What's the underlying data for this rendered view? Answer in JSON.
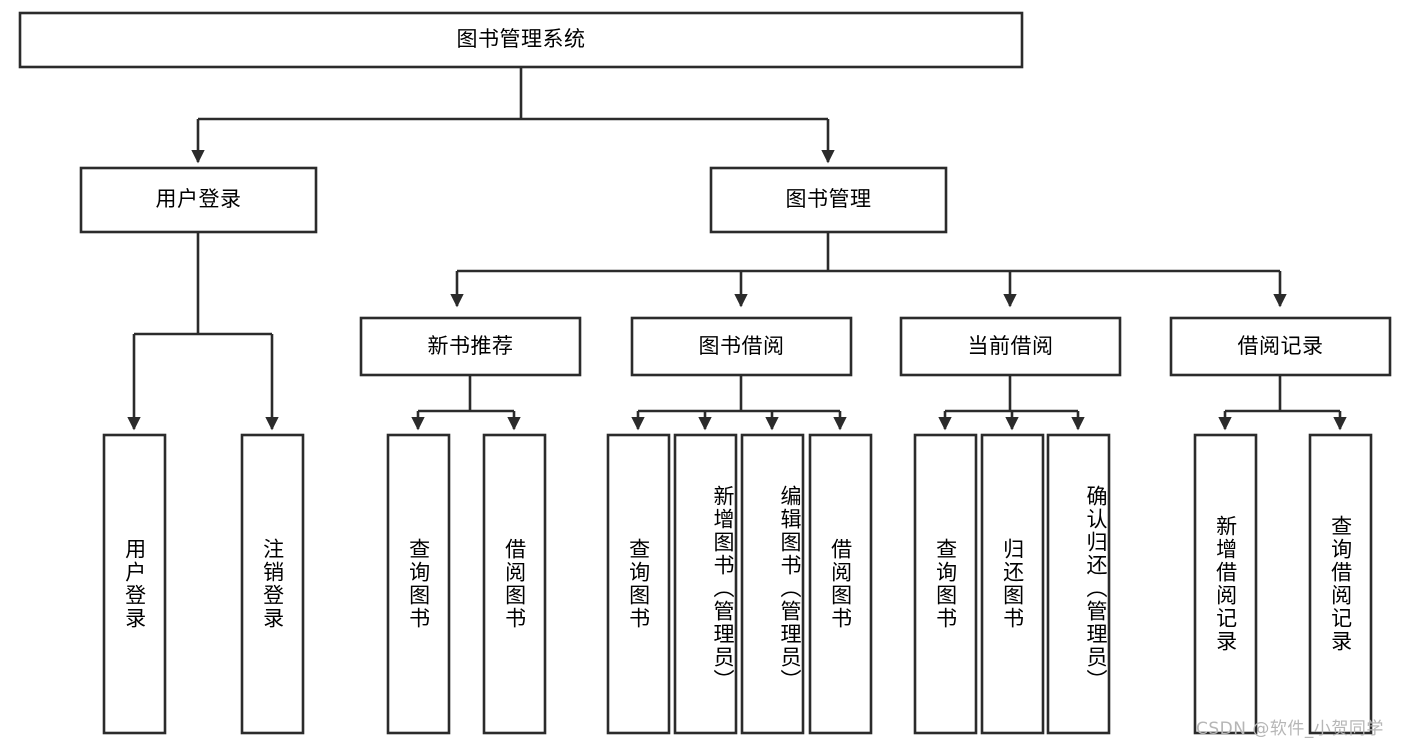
{
  "diagram": {
    "title": "图书管理系统",
    "type": "hierarchy-tree",
    "colors": {
      "box_stroke": "#2b2b2b",
      "box_fill": "#ffffff",
      "connector": "#2b2b2b",
      "text": "#000000",
      "watermark": "#b6b6b6"
    },
    "root": {
      "label": "图书管理系统"
    },
    "level2": [
      {
        "label": "用户登录"
      },
      {
        "label": "图书管理"
      }
    ],
    "level3": [
      {
        "label": "新书推荐"
      },
      {
        "label": "图书借阅"
      },
      {
        "label": "当前借阅"
      },
      {
        "label": "借阅记录"
      }
    ],
    "leaves": {
      "user_login": [
        {
          "label": "用户登录"
        },
        {
          "label": "注销登录"
        }
      ],
      "new_book_recommend": [
        {
          "label": "查询图书"
        },
        {
          "label": "借阅图书"
        }
      ],
      "book_borrow": [
        {
          "label": "查询图书"
        },
        {
          "label": "新增图书（管理员）"
        },
        {
          "label": "编辑图书（管理员）"
        },
        {
          "label": "借阅图书"
        }
      ],
      "current_borrow": [
        {
          "label": "查询图书"
        },
        {
          "label": "归还图书"
        },
        {
          "label": "确认归还（管理员）"
        }
      ],
      "borrow_record": [
        {
          "label": "新增借阅记录"
        },
        {
          "label": "查询借阅记录"
        }
      ]
    },
    "watermark": "CSDN @软件_小贺同学"
  }
}
